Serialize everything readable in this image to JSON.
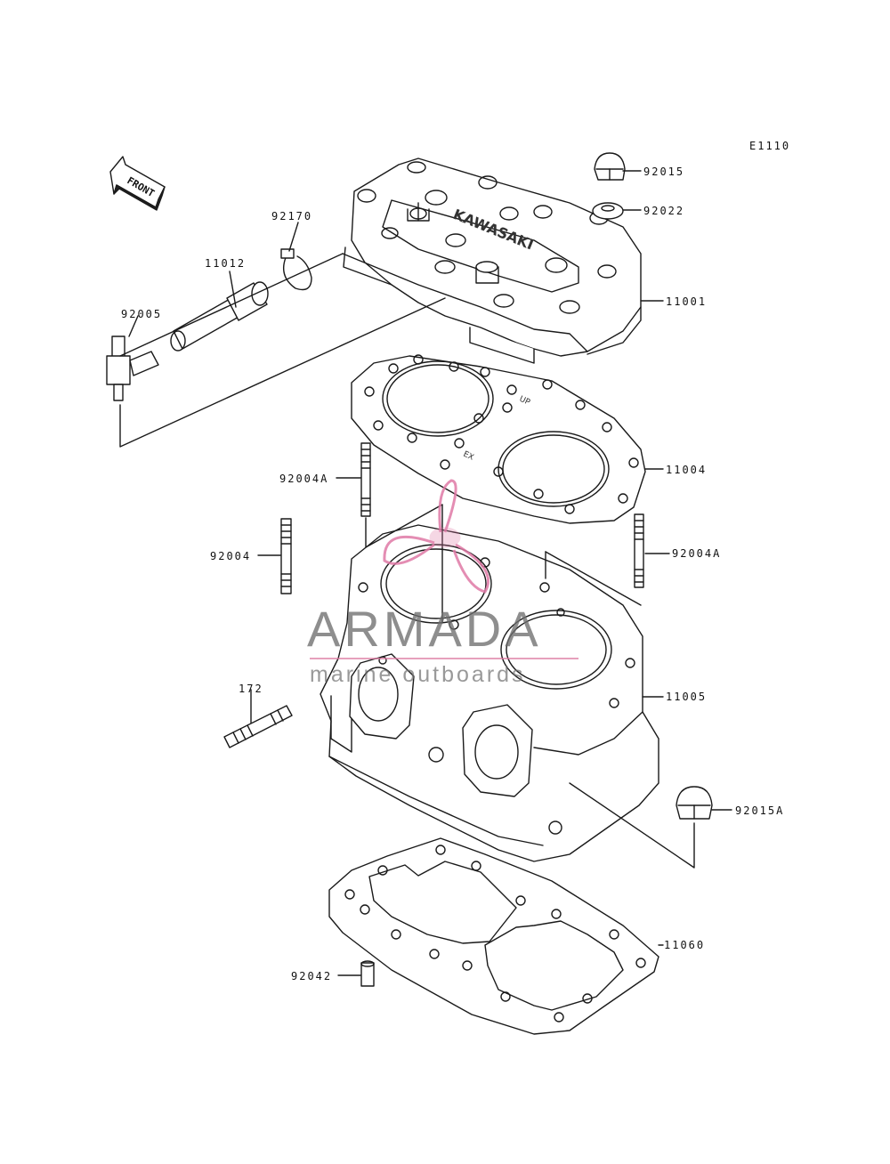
{
  "diagram_code": "E1110",
  "front_label": "FRONT",
  "parts": {
    "p92015": "92015",
    "p92022": "92022",
    "p92170": "92170",
    "p11012": "11012",
    "p92005": "92005",
    "p11001": "11001",
    "p11004": "11004",
    "p92004A_left": "92004A",
    "p92004": "92004",
    "p92004A_right": "92004A",
    "p172": "172",
    "p11005": "11005",
    "p92015A": "92015A",
    "p11060": "11060",
    "p92042": "92042"
  },
  "head_text": "KAWASAKI",
  "gasket_marks": {
    "up": "UP",
    "ex": "EX"
  },
  "watermark": {
    "brand": "ARMADA",
    "tagline": "marine outboards",
    "accent_color": "#e07aa6"
  }
}
